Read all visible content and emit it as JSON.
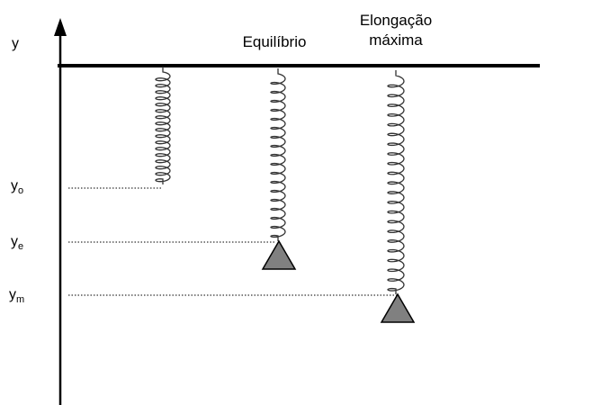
{
  "axis": {
    "label": "y"
  },
  "labels": {
    "equilibrium": "Equilíbrio",
    "max_line1": "Elongação",
    "max_line2": "máxima"
  },
  "levels": [
    {
      "base": "y",
      "sub": "o"
    },
    {
      "base": "y",
      "sub": "e"
    },
    {
      "base": "y",
      "sub": "m"
    }
  ],
  "colors": {
    "stroke": "#000000",
    "mass": "#808080"
  }
}
